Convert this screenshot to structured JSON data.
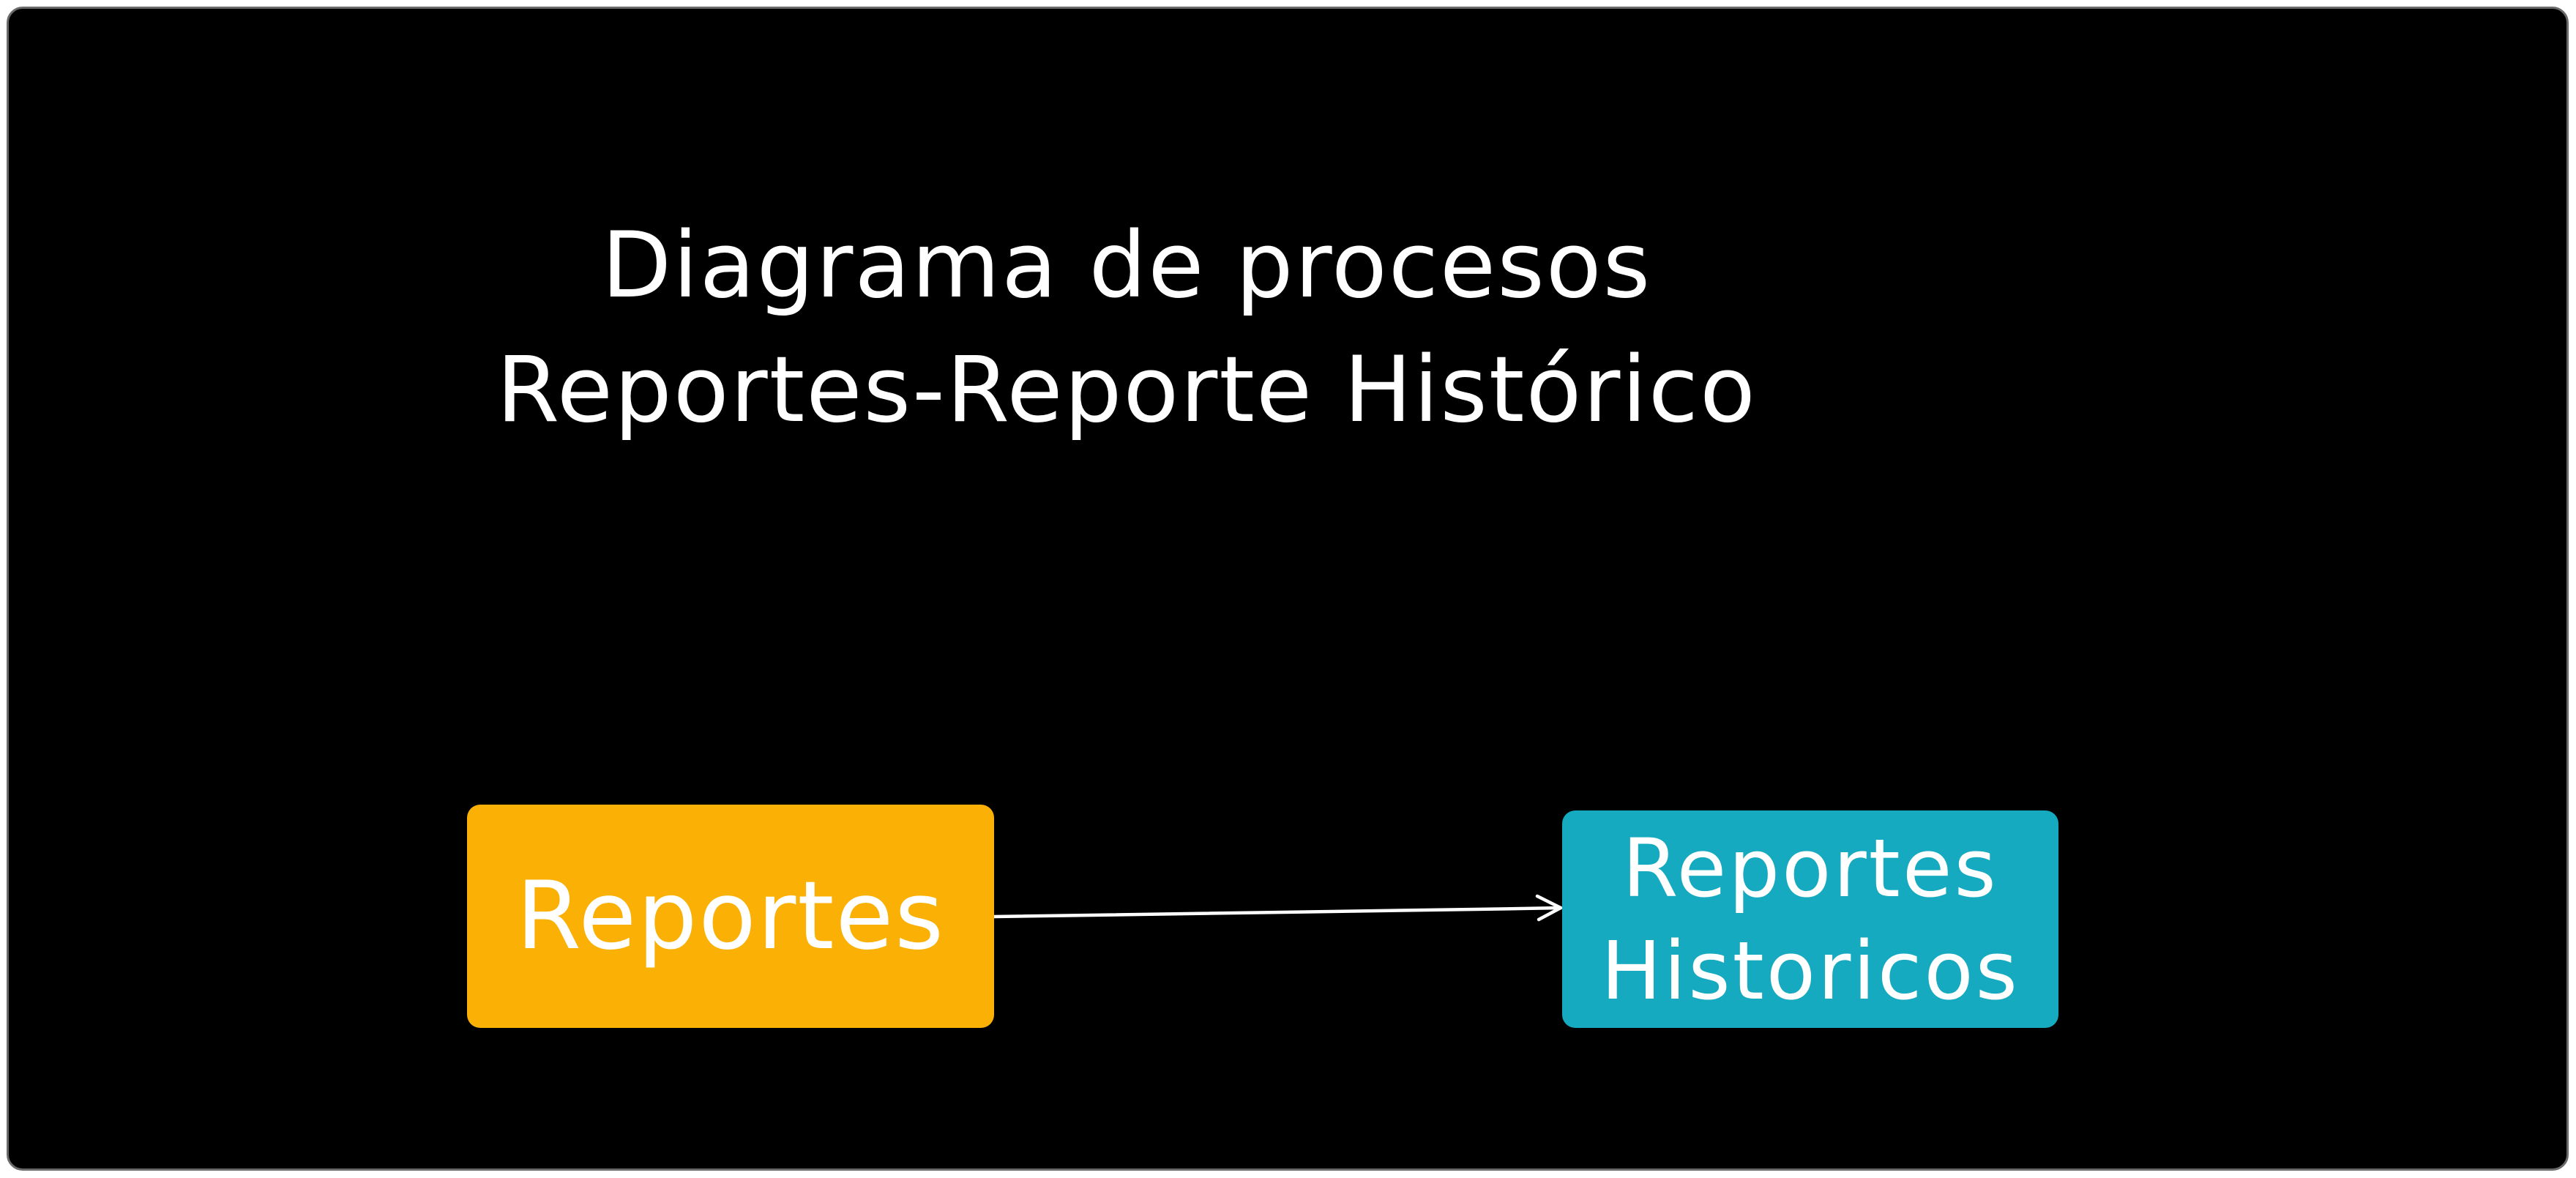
{
  "diagram": {
    "title_line1": "Diagrama de procesos",
    "title_line2": "Reportes-Reporte Histórico",
    "nodes": [
      {
        "label": "Reportes",
        "color": "#fab005"
      },
      {
        "label_line1": "Reportes",
        "label_line2": "Historicos",
        "color": "#15aabf"
      }
    ],
    "edges": [
      {
        "from": "Reportes",
        "to": "Reportes Historicos"
      }
    ],
    "colors": {
      "background": "#000000",
      "text": "#ffffff",
      "arrow": "#ffffff"
    }
  }
}
